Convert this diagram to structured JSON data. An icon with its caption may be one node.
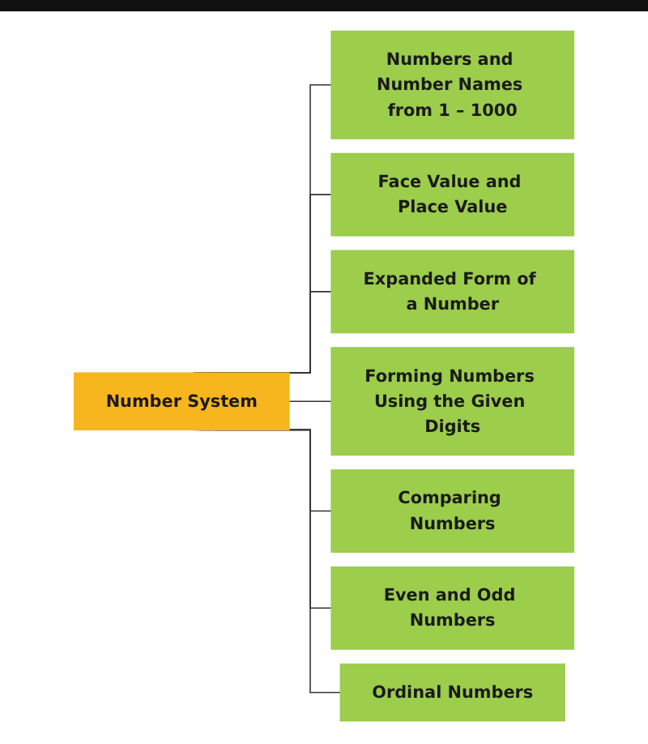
{
  "diagram": {
    "nodes": [
      {
        "text": [
          "Number System"
        ]
      },
      {
        "text": [
          "Numbers and Number Names from 1 – 1000"
        ]
      },
      {
        "text": [
          "Face Value and Place Value"
        ]
      },
      {
        "text": [
          "Expanded Form of a Number"
        ]
      },
      {
        "text": [
          "Forming Numbers Using the Given Digits"
        ]
      },
      {
        "text": [
          "Comparing Numbers"
        ]
      },
      {
        "text": [
          "Even and Odd Numbers"
        ]
      },
      {
        "text": [
          "Ordinal Numbers"
        ]
      }
    ],
    "edges": [
      {
        "from": 0,
        "to": 1,
        "arrow": "none"
      },
      {
        "from": 0,
        "to": 2,
        "arrow": "none"
      },
      {
        "from": 0,
        "to": 3,
        "arrow": "none"
      },
      {
        "from": 0,
        "to": 4,
        "arrow": "none"
      },
      {
        "from": 0,
        "to": 5,
        "arrow": "none"
      },
      {
        "from": 0,
        "to": 6,
        "arrow": "none"
      },
      {
        "from": 0,
        "to": 7,
        "arrow": "none"
      }
    ]
  }
}
